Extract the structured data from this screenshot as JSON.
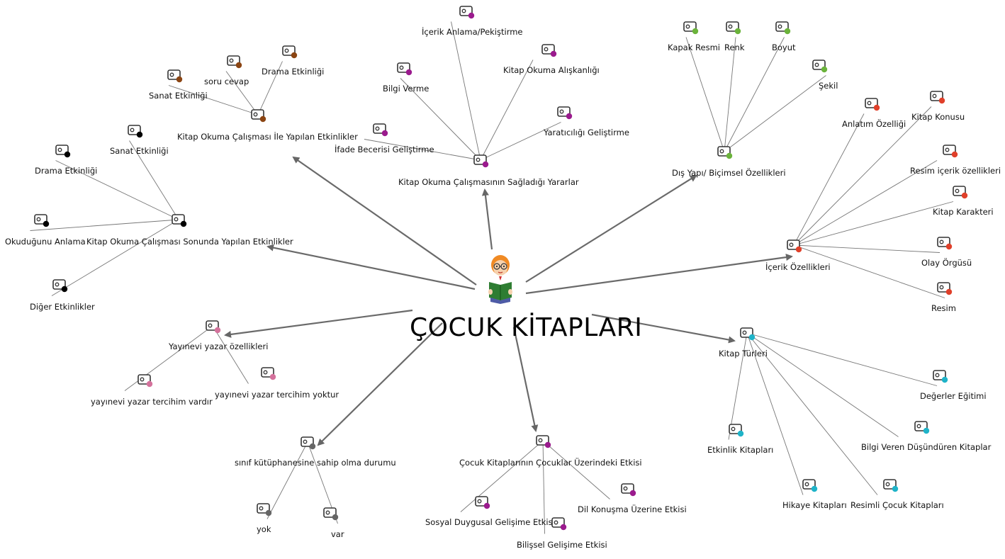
{
  "center": {
    "title": "ÇOCUK KİTAPLARI",
    "icon": "child-reading-book-icon"
  },
  "colors": {
    "brown": "#8B4513",
    "black": "#000000",
    "purple": "#9B1B8E",
    "green": "#6BB33B",
    "red": "#E0402A",
    "cyan": "#1FB3C8",
    "pink": "#D4729C",
    "gray": "#666666"
  },
  "branches": {
    "kitap_okuma_etkinlikler": {
      "label": "Kitap Okuma Çalışması İle Yapılan Etkinlikler",
      "children": [
        "Sanat Etkinliği",
        "soru cevap",
        "Drama Etkinliği"
      ]
    },
    "yararlar": {
      "label": "Kitap Okuma Çalışmasının Sağladığı Yararlar",
      "children": [
        "İçerik Anlama/Pekiştirme",
        "Kitap Okuma Alışkanlığı",
        "Bilgi Verme",
        "Yaratıcılığı Geliştirme",
        "İfade Becerisi Geliştirme"
      ]
    },
    "dis_yapi": {
      "label": "Dış Yapı/ Biçimsel Özellikleri",
      "children": [
        "Kapak Resmi",
        "Renk",
        "Boyut",
        "Şekil"
      ]
    },
    "sonunda_etkinlikler": {
      "label": "Kitap Okuma Çalışması Sonunda Yapılan Etkinlikler",
      "children": [
        "Sanat Etkinliği",
        "Drama Etkinliği",
        "Okuduğunu Anlama",
        "Diğer Etkinlikler"
      ]
    },
    "icerik": {
      "label": "İçerik Özellikleri",
      "children": [
        "Anlatım Özelliği",
        "Kitap Konusu",
        "Resim içerik özellikleri",
        "Kitap Karakteri",
        "Olay Örgüsü",
        "Resim"
      ]
    },
    "yayinevi": {
      "label": "Yayınevi yazar özellikleri",
      "children": [
        "yayınevi yazar tercihim vardır",
        "yayınevi yazar tercihim yoktur"
      ]
    },
    "kitap_turleri": {
      "label": "Kitap Türleri",
      "children": [
        "Değerler Eğitimi",
        "Bilgi Veren Düşündüren Kitaplar",
        "Etkinlik Kitapları",
        "Hikaye Kitapları",
        "Resimli Çocuk Kitapları"
      ]
    },
    "kutuphane": {
      "label": "sınıf kütüphanesine sahip olma durumu",
      "children": [
        "yok",
        "var"
      ]
    },
    "etkisi": {
      "label": "Çocuk Kitaplarının Çocuklar Üzerindeki Etkisi",
      "children": [
        "Sosyal Duygusal Gelişime Etkisi",
        "Bilişsel Gelişime Etkisi",
        "Dil Konuşma Üzerine Etkisi"
      ]
    }
  }
}
